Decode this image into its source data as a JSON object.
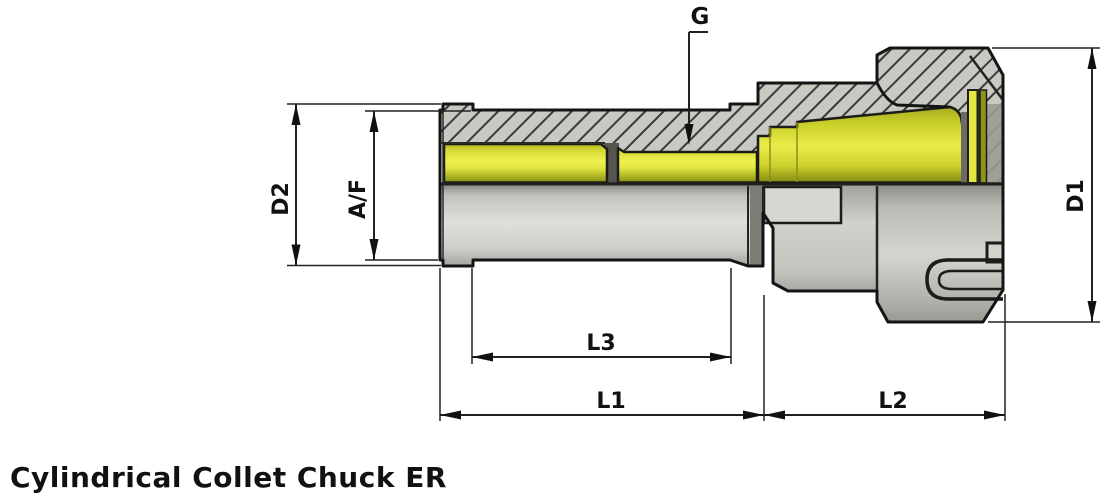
{
  "drawing": {
    "title": "Cylindrical Collet Chuck ER",
    "labels": {
      "thread": "G",
      "flange_diameter": "D2",
      "across_flats": "A/F",
      "nut_diameter": "D1",
      "length_l3": "L3",
      "length_l1": "L1",
      "length_l2": "L2"
    },
    "colors": {
      "outline": "#141414",
      "dimension_line": "#222222",
      "hatch_background": "#c9c8c2",
      "hatch_line": "#3a3a38",
      "thread_yellow": "#dde23a",
      "body_gray": "#d6d5d0",
      "neck_gray": "#7d7c75"
    }
  }
}
